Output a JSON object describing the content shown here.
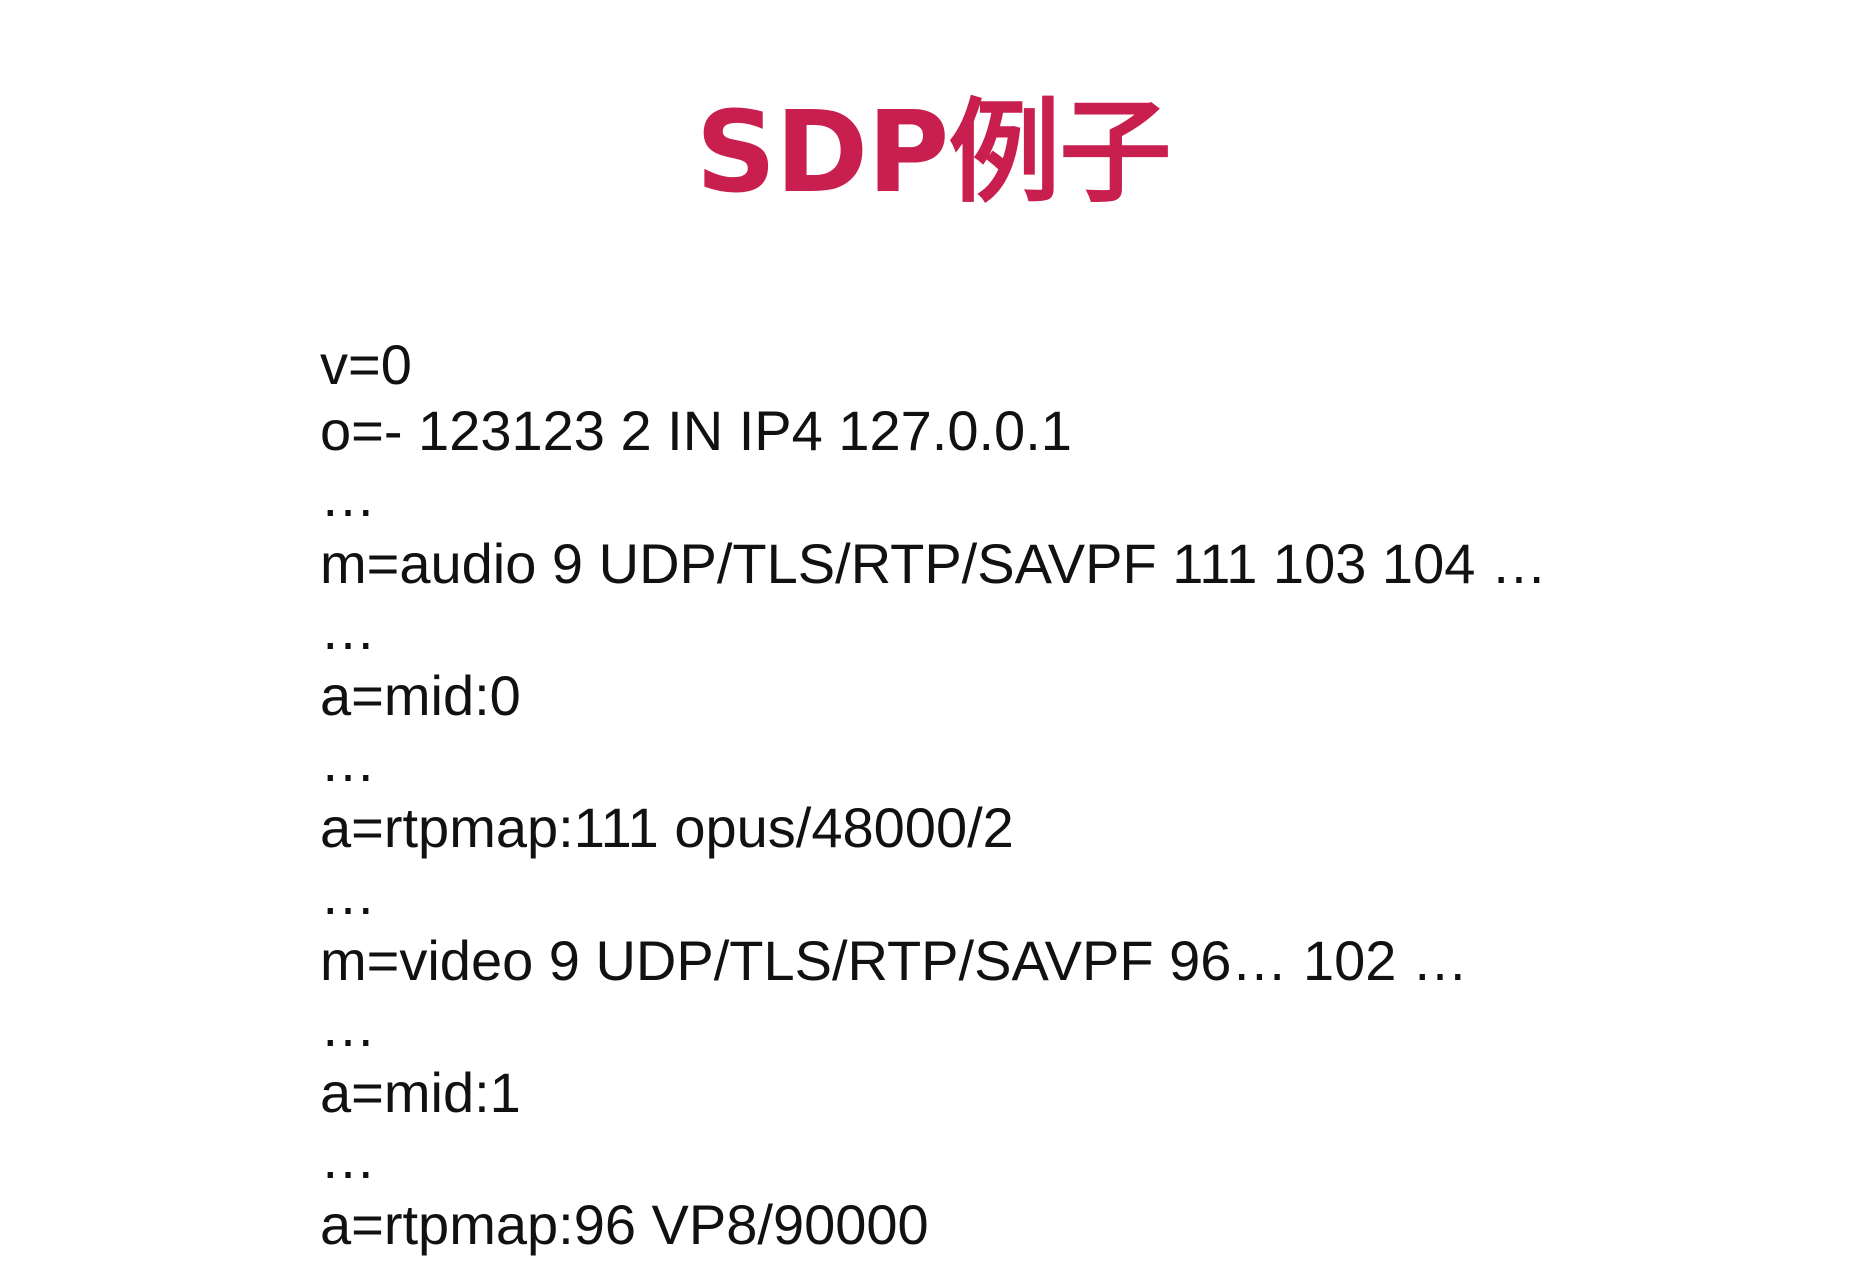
{
  "slide": {
    "title": "SDP例子",
    "lines": [
      "v=0",
      "o=- 123123 2 IN IP4 127.0.0.1",
      "…",
      "m=audio 9 UDP/TLS/RTP/SAVPF 111 103 104 …",
      "…",
      "a=mid:0",
      "…",
      "a=rtpmap:111 opus/48000/2",
      "…",
      "m=video 9 UDP/TLS/RTP/SAVPF 96… 102 …",
      "…",
      "a=mid:1",
      "…",
      "a=rtpmap:96 VP8/90000"
    ]
  },
  "colors": {
    "title": "#c81f4f",
    "text": "#111111",
    "background": "#ffffff"
  }
}
